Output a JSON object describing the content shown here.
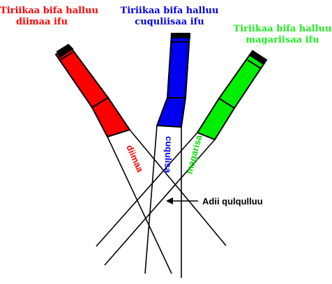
{
  "captions": {
    "red": {
      "line1": "Tiriikaa bifa halluu",
      "line2": "diimaa ifu"
    },
    "blue": {
      "line1": "Tiriikaa bifa halluu",
      "line2": "cuquliisaa ifu"
    },
    "green": {
      "line1": "Tiriikaa bifa halluu",
      "line2": "magariisaa ifu"
    }
  },
  "beam_labels": {
    "red": "diimaa",
    "blue": "cuqulisa",
    "green": "magarisa"
  },
  "annotation": "Adii qulqulluu",
  "colors": {
    "red": "#ff0000",
    "blue": "#0000ee",
    "green": "#00ee00",
    "outline": "#000000",
    "ray": "#000000"
  }
}
